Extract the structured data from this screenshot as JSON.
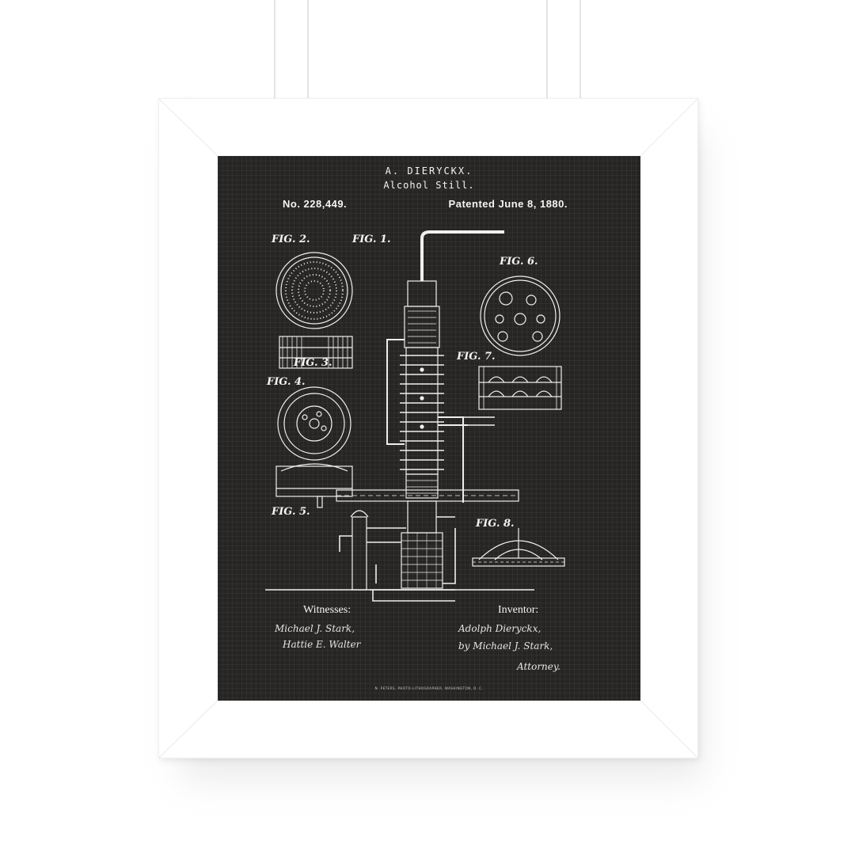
{
  "poster": {
    "inventor": "A. DIERYCKX.",
    "title": "Alcohol Still.",
    "patent_number": "No. 228,449.",
    "patent_date": "Patented June 8, 1880.",
    "figures": {
      "fig1": "FIG. 1.",
      "fig2": "FIG. 2.",
      "fig3": "FIG. 3.",
      "fig4": "FIG. 4.",
      "fig5": "FIG. 5.",
      "fig6": "FIG. 6.",
      "fig7": "FIG. 7.",
      "fig8": "FIG. 8."
    },
    "witnesses_label": "Witnesses:",
    "witness_signatures": [
      "Michael J. Stark,",
      "Hattie E. Walter"
    ],
    "inventor_label": "Inventor:",
    "inventor_signatures": [
      "Adolph Dieryckx,",
      "by Michael J. Stark,",
      "Attorney."
    ],
    "printer_credit": "N. PETERS, PHOTO-LITHOGRAPHER, WASHINGTON, D. C."
  },
  "colors": {
    "background": "#ffffff",
    "frame": "#ffffff",
    "poster": "#262523",
    "ink": "#f4f4f4"
  }
}
